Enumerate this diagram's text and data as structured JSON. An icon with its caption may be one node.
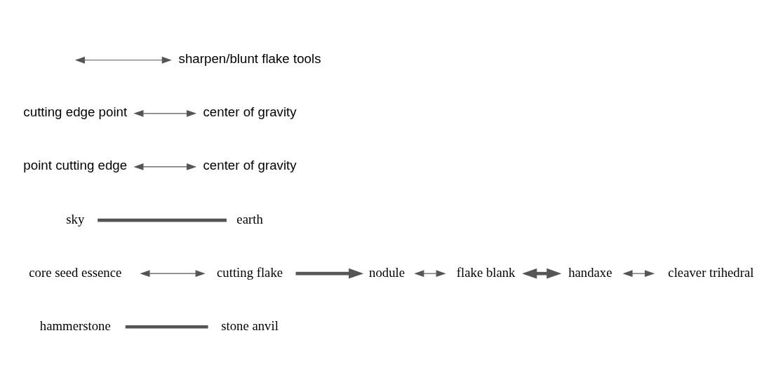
{
  "diagram": {
    "nodes": [
      {
        "text": [
          "hammerstone"
        ]
      },
      {
        "text": [
          "core seed essence"
        ]
      },
      {
        "text": [
          "cutting flake"
        ]
      },
      {
        "text": [
          "stone anvil"
        ]
      },
      {
        "text": [
          "nodule"
        ]
      },
      {
        "text": [
          "flake blank"
        ]
      },
      {
        "text": [
          "sky"
        ]
      },
      {
        "text": [
          "handaxe"
        ]
      },
      {
        "text": [
          "earth"
        ]
      },
      {
        "text": [
          "cleaver trihedral"
        ]
      },
      {
        "text": [
          "point cutting edge"
        ]
      },
      {
        "text": [
          "center of gravity"
        ]
      },
      {
        "text": [
          "cutting edge point"
        ]
      },
      {
        "text": [
          "center of gravity"
        ]
      },
      {
        "text": [
          "sharpen/blunt flake tools"
        ]
      }
    ],
    "edges": [
      {
        "from": 0,
        "to": 3,
        "arrow": "none",
        "style": "thick"
      },
      {
        "from": 1,
        "to": 2,
        "arrow": "both"
      },
      {
        "from": 2,
        "to": 4,
        "arrow": "to",
        "style": "thick"
      },
      {
        "from": 4,
        "to": 5,
        "arrow": "both"
      },
      {
        "from": 5,
        "to": 7,
        "arrow": "both",
        "style": "thick"
      },
      {
        "from": 6,
        "to": 8,
        "arrow": "none",
        "style": "thick"
      },
      {
        "from": 7,
        "to": 9,
        "arrow": "both"
      },
      {
        "from": 10,
        "to": 11,
        "arrow": "both"
      },
      {
        "from": 12,
        "to": 13,
        "arrow": "both"
      },
      {
        "from": null,
        "to": 14,
        "arrow": "both"
      }
    ]
  }
}
